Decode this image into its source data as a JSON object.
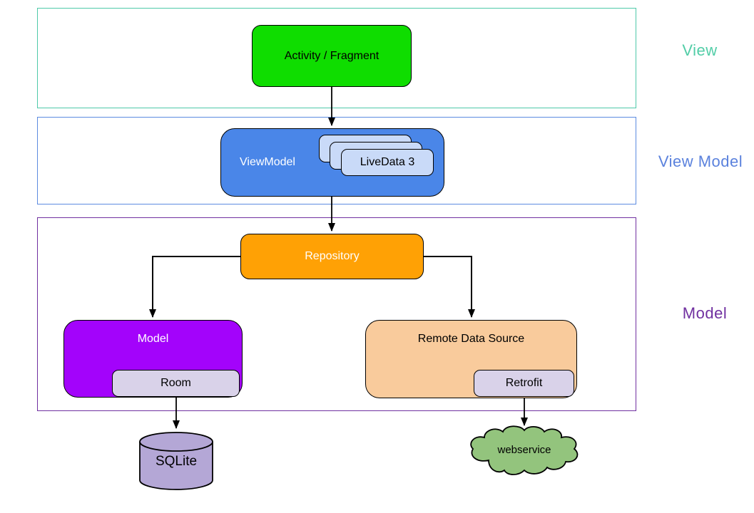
{
  "sections": {
    "view": {
      "label": "View",
      "border_color": "#4ec9a9",
      "label_color": "#52cda7"
    },
    "view_model": {
      "label": "View Model",
      "border_color": "#5c8be0",
      "label_color": "#5b82dd"
    },
    "model": {
      "label": "Model",
      "border_color": "#7030a0",
      "label_color": "#7030a0"
    }
  },
  "nodes": {
    "activity_fragment": {
      "label": "Activity / Fragment",
      "fill": "#0fdd00",
      "text_color": "#000000"
    },
    "viewmodel": {
      "label": "ViewModel",
      "fill": "#4a86e8",
      "text_color": "#ffffff"
    },
    "livedata": {
      "label": "LiveData 3",
      "fill": "#c9daf8",
      "text_color": "#000000",
      "stacked_cards": 3
    },
    "repository": {
      "label": "Repository",
      "fill": "#ffa105",
      "text_color": "#ffffff"
    },
    "model": {
      "label": "Model",
      "fill": "#a303fb",
      "text_color": "#ffffff"
    },
    "room": {
      "label": "Room",
      "fill": "#d9d2e9",
      "text_color": "#000000"
    },
    "remote_data_source": {
      "label": "Remote Data Source",
      "fill": "#f9cb9c",
      "text_color": "#000000"
    },
    "retrofit": {
      "label": "Retrofit",
      "fill": "#d9d2e9",
      "text_color": "#000000"
    },
    "sqlite": {
      "label": "SQLite",
      "fill": "#b4a7d6",
      "shape": "database-cylinder"
    },
    "webservice": {
      "label": "webservice",
      "fill": "#93c47d",
      "shape": "cloud"
    }
  },
  "edges": [
    {
      "from": "activity_fragment",
      "to": "viewmodel"
    },
    {
      "from": "viewmodel",
      "to": "repository"
    },
    {
      "from": "repository",
      "to": "model"
    },
    {
      "from": "repository",
      "to": "remote_data_source"
    },
    {
      "from": "room",
      "to": "sqlite"
    },
    {
      "from": "retrofit",
      "to": "webservice"
    }
  ]
}
